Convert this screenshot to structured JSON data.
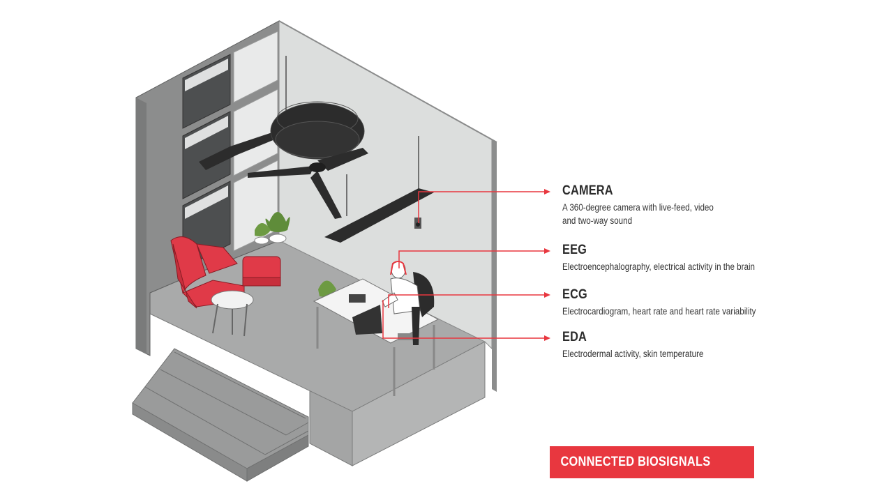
{
  "labels": [
    {
      "title": "CAMERA",
      "desc": [
        "A 360-degree camera with live-feed, video",
        "and two-way sound"
      ]
    },
    {
      "title": "EEG",
      "desc": [
        "Electroencephalography, electrical activity in the brain"
      ]
    },
    {
      "title": "ECG",
      "desc": [
        "Electrocardiogram, heart rate and heart rate variability"
      ]
    },
    {
      "title": "EDA",
      "desc": [
        "Electrodermal activity, skin temperature"
      ]
    }
  ],
  "badge": "CONNECTED BIOSIGNALS",
  "colors": {
    "accent": "#e8373f",
    "wall_dark": "#8c8d8d",
    "wall_light": "#dcdedd",
    "floor": "#a9aaaa",
    "base": "#b4b5b5",
    "furniture_dark": "#2c2c2c",
    "chair_red": "#e03a48"
  }
}
